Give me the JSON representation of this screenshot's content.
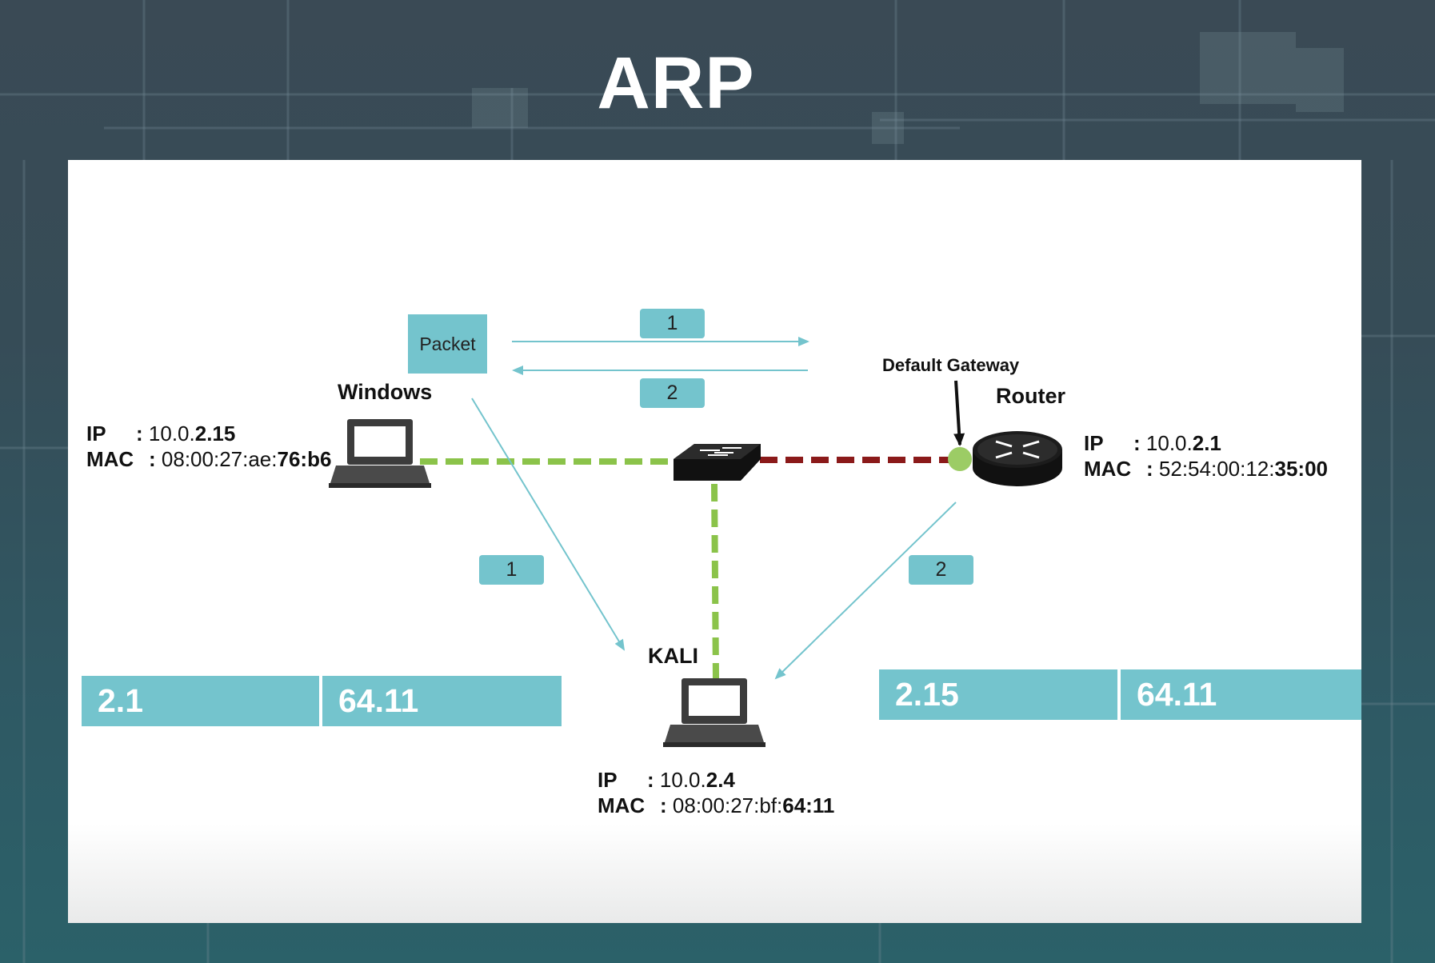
{
  "title": "ARP",
  "packet_label": "Packet",
  "default_gateway_label": "Default Gateway",
  "step_badges": {
    "top_request": "1",
    "top_reply": "2",
    "left": "1",
    "right": "2"
  },
  "nodes": {
    "windows": {
      "name": "Windows",
      "ip_key": "IP",
      "ip_sep": ":",
      "ip_prefix": "10.0.",
      "ip_bold": "2.15",
      "mac_key": "MAC",
      "mac_sep": ":",
      "mac_prefix": "08:00:27:ae:",
      "mac_bold": "76:b6"
    },
    "router": {
      "name": "Router",
      "ip_key": "IP",
      "ip_sep": ":",
      "ip_prefix": "10.0.",
      "ip_bold": "2.1",
      "mac_key": "MAC",
      "mac_sep": ":",
      "mac_prefix": "52:54:00:12:",
      "mac_bold": "35:00"
    },
    "kali": {
      "name": "KALI",
      "ip_key": "IP",
      "ip_sep": ":",
      "ip_prefix": "10.0.",
      "ip_bold": "2.4",
      "mac_key": "MAC",
      "mac_sep": ":",
      "mac_prefix": "08:00:27:bf:",
      "mac_bold": "64:11"
    }
  },
  "arp_tables": {
    "left": {
      "ip": "2.1",
      "mac": "64.11"
    },
    "right": {
      "ip": "2.15",
      "mac": "64.11"
    }
  },
  "colors": {
    "accent": "#74c4cd",
    "link_green": "#8bc34a",
    "link_red": "#8b1a1a",
    "gateway_dot": "#9ccc65"
  }
}
